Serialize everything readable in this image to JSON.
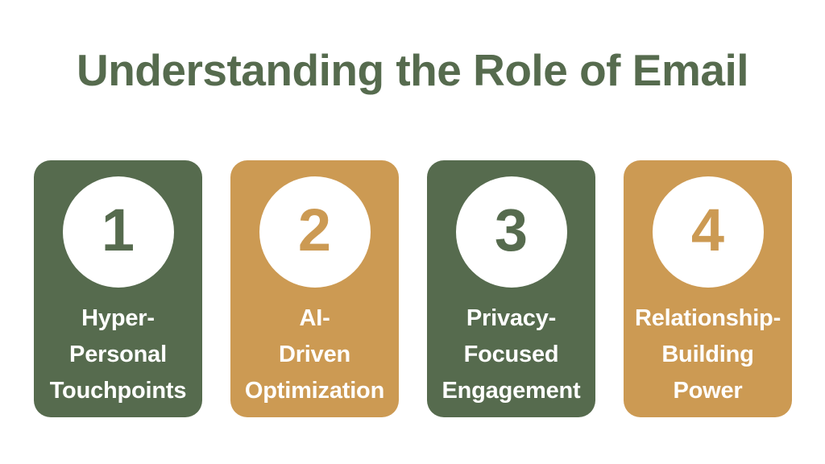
{
  "background_color": "#ffffff",
  "header": {
    "title": "Understanding the Role of Email",
    "title_color": "#566b4e"
  },
  "theme": {
    "green": "#566b4e",
    "tan": "#cc9a53",
    "white": "#ffffff"
  },
  "cards": [
    {
      "number": "1",
      "label": "Hyper-\nPersonal\nTouchpoints",
      "color": "#566b4e",
      "theme": "green"
    },
    {
      "number": "2",
      "label": "AI-\nDriven\nOptimization",
      "color": "#cc9a53",
      "theme": "tan"
    },
    {
      "number": "3",
      "label": "Privacy-\nFocused\nEngagement",
      "color": "#566b4e",
      "theme": "green"
    },
    {
      "number": "4",
      "label": "Relationship-\nBuilding\nPower",
      "color": "#cc9a53",
      "theme": "tan"
    }
  ]
}
